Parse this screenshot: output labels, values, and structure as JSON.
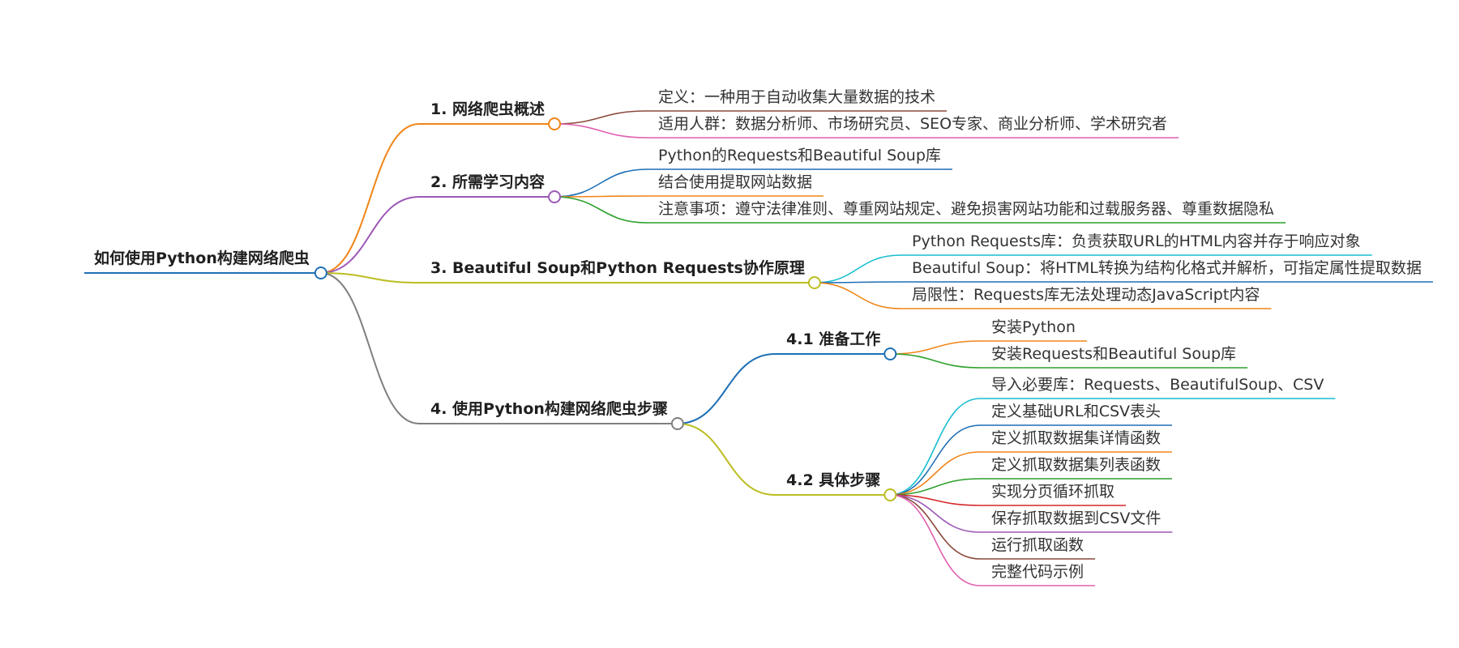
{
  "mindmap": {
    "root": {
      "label": "如何使用Python构建网络爬虫",
      "color": "#1e6fb5"
    },
    "branches": [
      {
        "label": "1. 网络爬虫概述",
        "color": "#f08519",
        "leaves": [
          {
            "label": "定义：一种用于自动收集大量数据的技术",
            "color": "#8b4a3c"
          },
          {
            "label": "适用人群：数据分析师、市场研究员、SEO专家、商业分析师、学术研究者",
            "color": "#e060b0"
          }
        ]
      },
      {
        "label": "2. 所需学习内容",
        "color": "#9b59b6",
        "leaves": [
          {
            "label": "Python的Requests和Beautiful Soup库",
            "color": "#1e6fb5"
          },
          {
            "label": "结合使用提取网站数据",
            "color": "#f08519"
          },
          {
            "label": "注意事项：遵守法律准则、尊重网站规定、避免损害网站功能和过载服务器、尊重数据隐私",
            "color": "#2ca02c"
          }
        ]
      },
      {
        "label": "3. Beautiful Soup和Python Requests协作原理",
        "color": "#bcbd22",
        "leaves": [
          {
            "label": "Python Requests库：负责获取URL的HTML内容并存于响应对象",
            "color": "#17becf"
          },
          {
            "label": "Beautiful Soup：将HTML转换为结构化格式并解析，可指定属性提取数据",
            "color": "#1e6fb5"
          },
          {
            "label": "局限性：Requests库无法处理动态JavaScript内容",
            "color": "#f08519"
          }
        ]
      },
      {
        "label": "4. 使用Python构建网络爬虫步骤",
        "color": "#7f7f7f",
        "subs": [
          {
            "label": "4.1 准备工作",
            "color": "#1e6fb5",
            "leaves": [
              {
                "label": "安装Python",
                "color": "#f08519"
              },
              {
                "label": "安装Requests和Beautiful Soup库",
                "color": "#2ca02c"
              }
            ]
          },
          {
            "label": "4.2 具体步骤",
            "color": "#bcbd22",
            "leaves": [
              {
                "label": "导入必要库：Requests、BeautifulSoup、CSV",
                "color": "#17becf"
              },
              {
                "label": "定义基础URL和CSV表头",
                "color": "#1e6fb5"
              },
              {
                "label": "定义抓取数据集详情函数",
                "color": "#f08519"
              },
              {
                "label": "定义抓取数据集列表函数",
                "color": "#2ca02c"
              },
              {
                "label": "实现分页循环抓取",
                "color": "#d62728"
              },
              {
                "label": "保存抓取数据到CSV文件",
                "color": "#9b59b6"
              },
              {
                "label": "运行抓取函数",
                "color": "#8b4a3c"
              },
              {
                "label": "完整代码示例",
                "color": "#e060b0"
              }
            ]
          }
        ]
      }
    ]
  }
}
